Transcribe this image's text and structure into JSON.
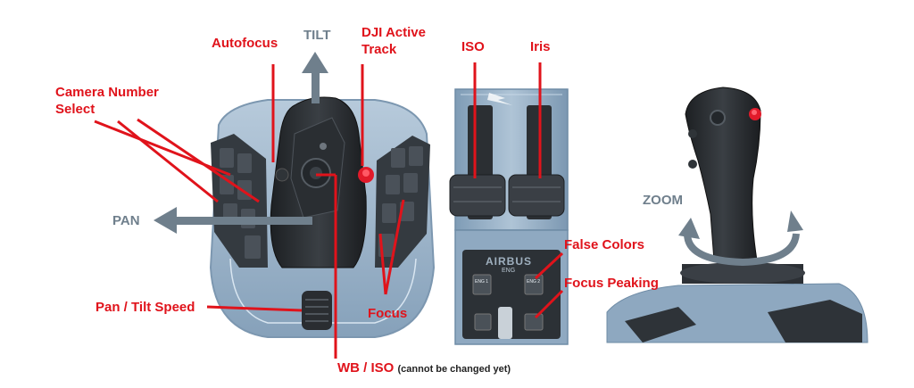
{
  "labels": {
    "tilt": "TILT",
    "pan": "PAN",
    "zoom": "ZOOM",
    "autofocus": "Autofocus",
    "dji_line1": "DJI Active",
    "dji_line2": "Track",
    "camera_line1": "Camera Number",
    "camera_line2": "Select",
    "pan_tilt_speed": "Pan / Tilt Speed",
    "focus": "Focus",
    "wb_iso": "WB / ISO",
    "wb_iso_note": "(cannot be changed yet)",
    "iso": "ISO",
    "iris": "Iris",
    "false_colors": "False Colors",
    "focus_peaking": "Focus Peaking"
  },
  "panel": {
    "brand": "AIRBUS",
    "eng": "ENG",
    "eng1": "ENG 1",
    "eng2": "ENG 2"
  },
  "colors": {
    "accent_red": "#e0131b",
    "arrow_grey": "#6f7f8c",
    "device_blue": "#8faac3",
    "device_dark": "#2b2f33"
  },
  "icons": [
    "tilt-arrow-icon",
    "pan-arrow-icon",
    "zoom-rotate-icon"
  ]
}
